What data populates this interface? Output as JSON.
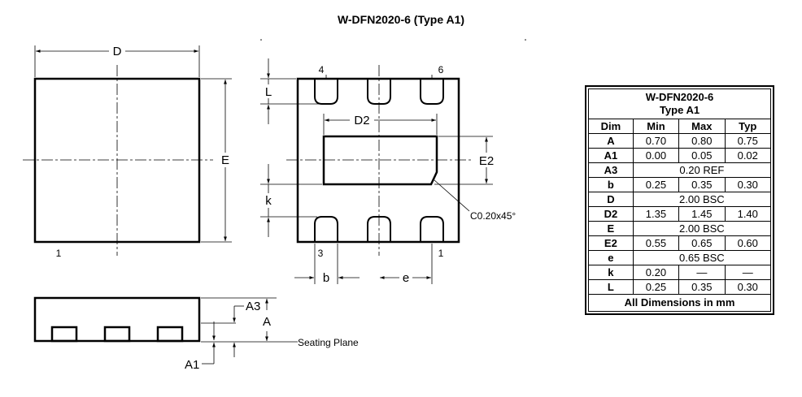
{
  "title": "W-DFN2020-6 (Type A1)",
  "drawing": {
    "top_view": {
      "dim_D": "D",
      "dim_E": "E",
      "pin1": "1"
    },
    "bottom_view": {
      "pin4": "4",
      "pin6": "6",
      "pin3": "3",
      "pin1": "1",
      "dim_L": "L",
      "dim_D2": "D2",
      "dim_E2": "E2",
      "dim_k": "k",
      "dim_b": "b",
      "dim_e": "e",
      "chamfer": "C0.20x45°"
    },
    "side_view": {
      "dim_A3": "A3",
      "dim_A": "A",
      "dim_A1": "A1",
      "seating_plane": "Seating Plane"
    }
  },
  "table": {
    "title_line1": "W-DFN2020-6",
    "title_line2": "Type A1",
    "headers": [
      "Dim",
      "Min",
      "Max",
      "Typ"
    ],
    "rows": [
      {
        "dim": "A",
        "min": "0.70",
        "max": "0.80",
        "typ": "0.75"
      },
      {
        "dim": "A1",
        "min": "0.00",
        "max": "0.05",
        "typ": "0.02"
      },
      {
        "dim": "A3",
        "span": "0.20 REF"
      },
      {
        "dim": "b",
        "min": "0.25",
        "max": "0.35",
        "typ": "0.30"
      },
      {
        "dim": "D",
        "span": "2.00 BSC"
      },
      {
        "dim": "D2",
        "min": "1.35",
        "max": "1.45",
        "typ": "1.40"
      },
      {
        "dim": "E",
        "span": "2.00 BSC"
      },
      {
        "dim": "E2",
        "min": "0.55",
        "max": "0.65",
        "typ": "0.60"
      },
      {
        "dim": "e",
        "span": "0.65 BSC"
      },
      {
        "dim": "k",
        "min": "0.20",
        "max": "—",
        "typ": "—"
      },
      {
        "dim": "L",
        "min": "0.25",
        "max": "0.35",
        "typ": "0.30"
      }
    ],
    "footer": "All Dimensions in mm"
  }
}
